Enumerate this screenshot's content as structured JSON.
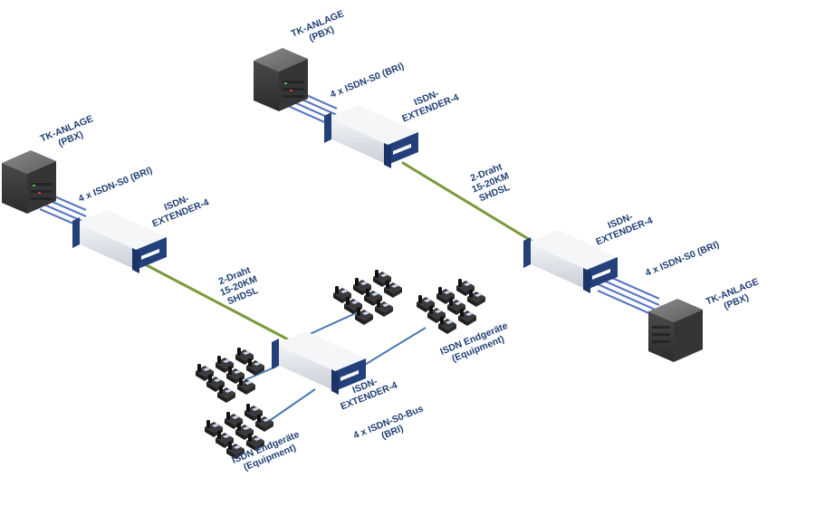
{
  "pbx_units": [
    {
      "id": "pbx-top",
      "line1": "TK-ANLAGE",
      "line2": "(PBX)",
      "ports": "4 x ISDN-S0 (BRI)"
    },
    {
      "id": "pbx-left",
      "line1": "TK-ANLAGE",
      "line2": "(PBX)",
      "ports": "4 x ISDN-S0 (BRI)"
    },
    {
      "id": "pbx-right",
      "line1": "TK-ANLAGE",
      "line2": "(PBX)",
      "ports": "4 x ISDN-S0 (BRI)"
    }
  ],
  "extenders": [
    {
      "id": "ext-top",
      "line1": "ISDN-",
      "line2": "EXTENDER-4"
    },
    {
      "id": "ext-left",
      "line1": "ISDN-",
      "line2": "EXTENDER-4"
    },
    {
      "id": "ext-right",
      "line1": "ISDN-",
      "line2": "EXTENDER-4"
    },
    {
      "id": "ext-bottom",
      "line1": "ISDN-",
      "line2": "EXTENDER-4"
    }
  ],
  "links": [
    {
      "id": "link-top",
      "line1": "2-Draht",
      "line2": "15-20KM",
      "line3": "SHDSL"
    },
    {
      "id": "link-left",
      "line1": "2-Draht",
      "line2": "15-20KM",
      "line3": "SHDSL"
    }
  ],
  "endpoints": [
    {
      "id": "eq-right",
      "line1": "ISDN Endgeräte",
      "line2": "(Equipment)"
    },
    {
      "id": "eq-bottom",
      "line1": "ISDN Endgeräte",
      "line2": "(Equipment)"
    }
  ],
  "bus": {
    "line1": "4 x ISDN-S0-Bus",
    "line2": "(BRI)"
  },
  "colors": {
    "label_text": "#1f3f73",
    "shdsl_line": "#7a9a3a",
    "bus_line": "#4a78b5",
    "extender_frame": "#24407a",
    "extender_body": "#e6e9ee",
    "pbx_dark": "#3c3c3e",
    "cable_blue": "#5b79c2"
  }
}
